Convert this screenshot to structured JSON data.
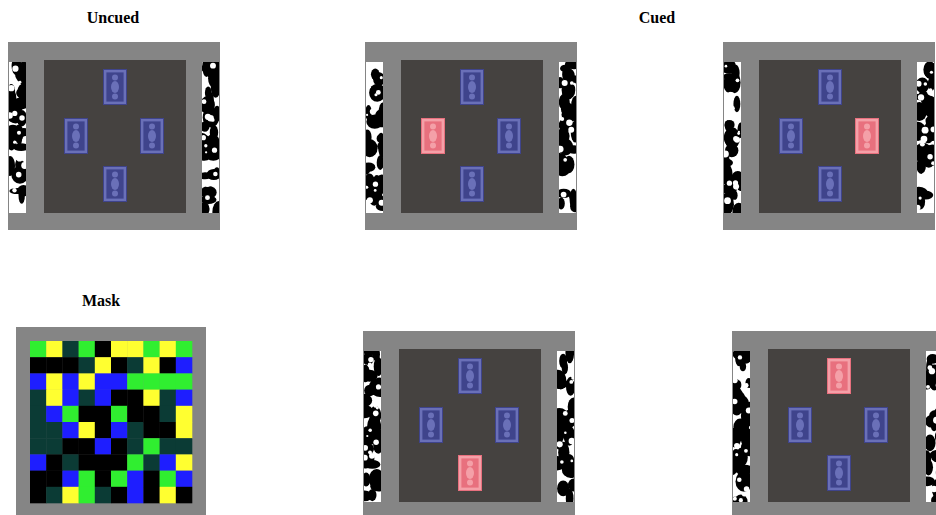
{
  "diagram": {
    "labels": [
      "Uncued",
      "Cued",
      "Mask"
    ]
  }
}
